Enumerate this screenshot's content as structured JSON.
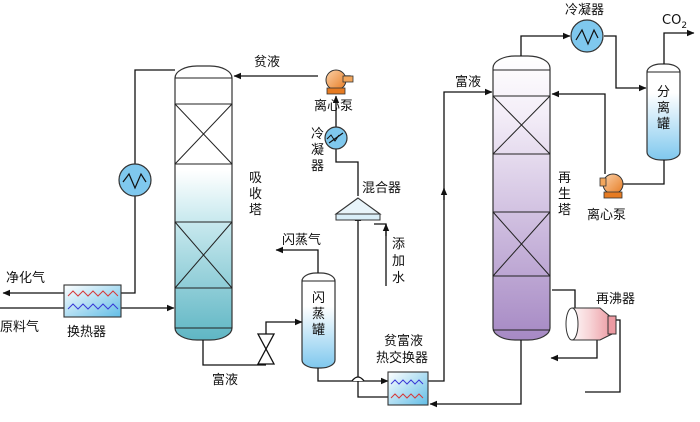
{
  "colors": {
    "absorber_top": "#ffffff",
    "absorber_bottom": "#5fb6c4",
    "regen_top": "#ffffff",
    "regen_bottom": "#a689c4",
    "equipment_cyan": "#7fc8ee",
    "pump_orange": "#f29a3f",
    "reboiler_pink": "#f3b8bd",
    "line": "#111111"
  },
  "labels": {
    "absorber": [
      "吸",
      "收",
      "塔"
    ],
    "regenerator": [
      "再",
      "生",
      "塔"
    ],
    "flash_tank": [
      "闪",
      "蒸",
      "罐"
    ],
    "separator": [
      "分",
      "离",
      "罐"
    ],
    "condenser_mid": [
      "冷",
      "凝",
      "器"
    ],
    "add_water": [
      "添",
      "加",
      "水"
    ],
    "lean_liquid": "贫液",
    "centrifugal_pump_1": "离心泵",
    "mixer": "混合器",
    "flash_gas": "闪蒸气",
    "rich_liquid_bottom": "富液",
    "lean_rich_hx_line1": "贫富液",
    "lean_rich_hx_line2": "热交换器",
    "rich_liquid_top": "富液",
    "condenser_top": "冷凝器",
    "co2_main": "CO",
    "co2_sub": "2",
    "centrifugal_pump_2": "离心泵",
    "reboiler": "再沸器",
    "purified_gas": "净化气",
    "feed_gas": "原料气",
    "heat_exchanger": "换热器"
  },
  "icons": {
    "pump": "pump-icon",
    "heat_exchanger": "heat-exchanger-icon",
    "valve": "valve-icon"
  }
}
